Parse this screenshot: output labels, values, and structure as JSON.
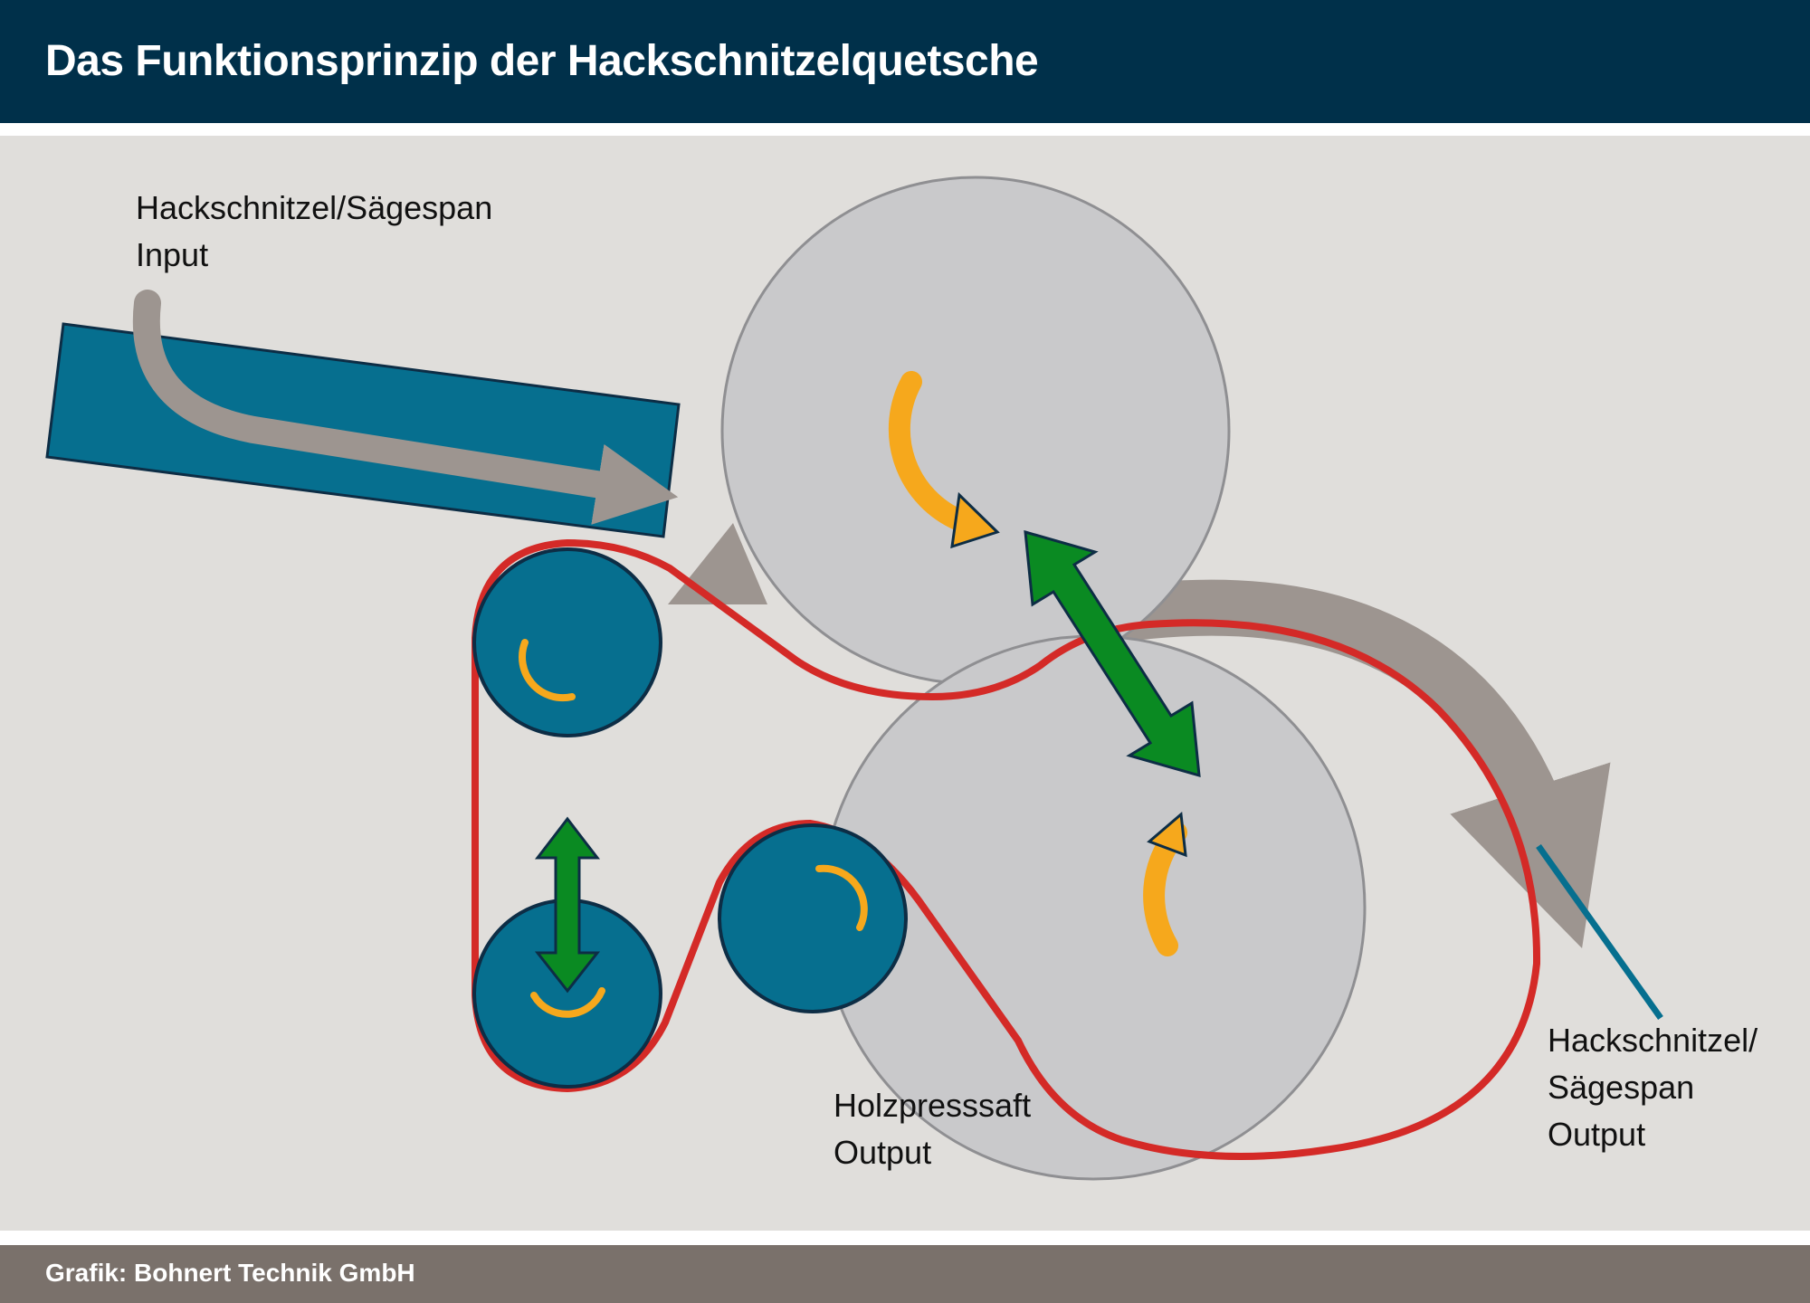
{
  "header": {
    "title": "Das Funktionsprinzip der Hackschnitzelquetsche"
  },
  "labels": {
    "input": {
      "line1": "Hackschnitzel/Sägespan",
      "line2": "Input"
    },
    "juice_output": {
      "line1": "Holzpresssaft",
      "line2": "Output"
    },
    "chips_output": {
      "line1": "Hackschnitzel/",
      "line2": "Sägespan",
      "line3": "Output"
    }
  },
  "footer": {
    "credit": "Grafik: Bohnert Technik GmbH"
  },
  "colors": {
    "header_bg": "#00304a",
    "header_text": "#ffffff",
    "canvas_bg": "#e0dedb",
    "footer_bg": "#7a716b",
    "footer_text": "#ffffff",
    "roller_gray": "#c9c9cb",
    "roller_teal": "#066f8f",
    "hopper": "#066f8f",
    "belt_red": "#d42a27",
    "flow_gray": "#9d9590",
    "juice_blue": "#7fb4d1",
    "arrow_green": "#0a8a22",
    "rotation_yellow": "#f6a81c",
    "outline_dark": "#0d2d45"
  },
  "icons": {
    "rotation": "circular-arrow-icon",
    "adjust": "double-arrow-icon"
  }
}
